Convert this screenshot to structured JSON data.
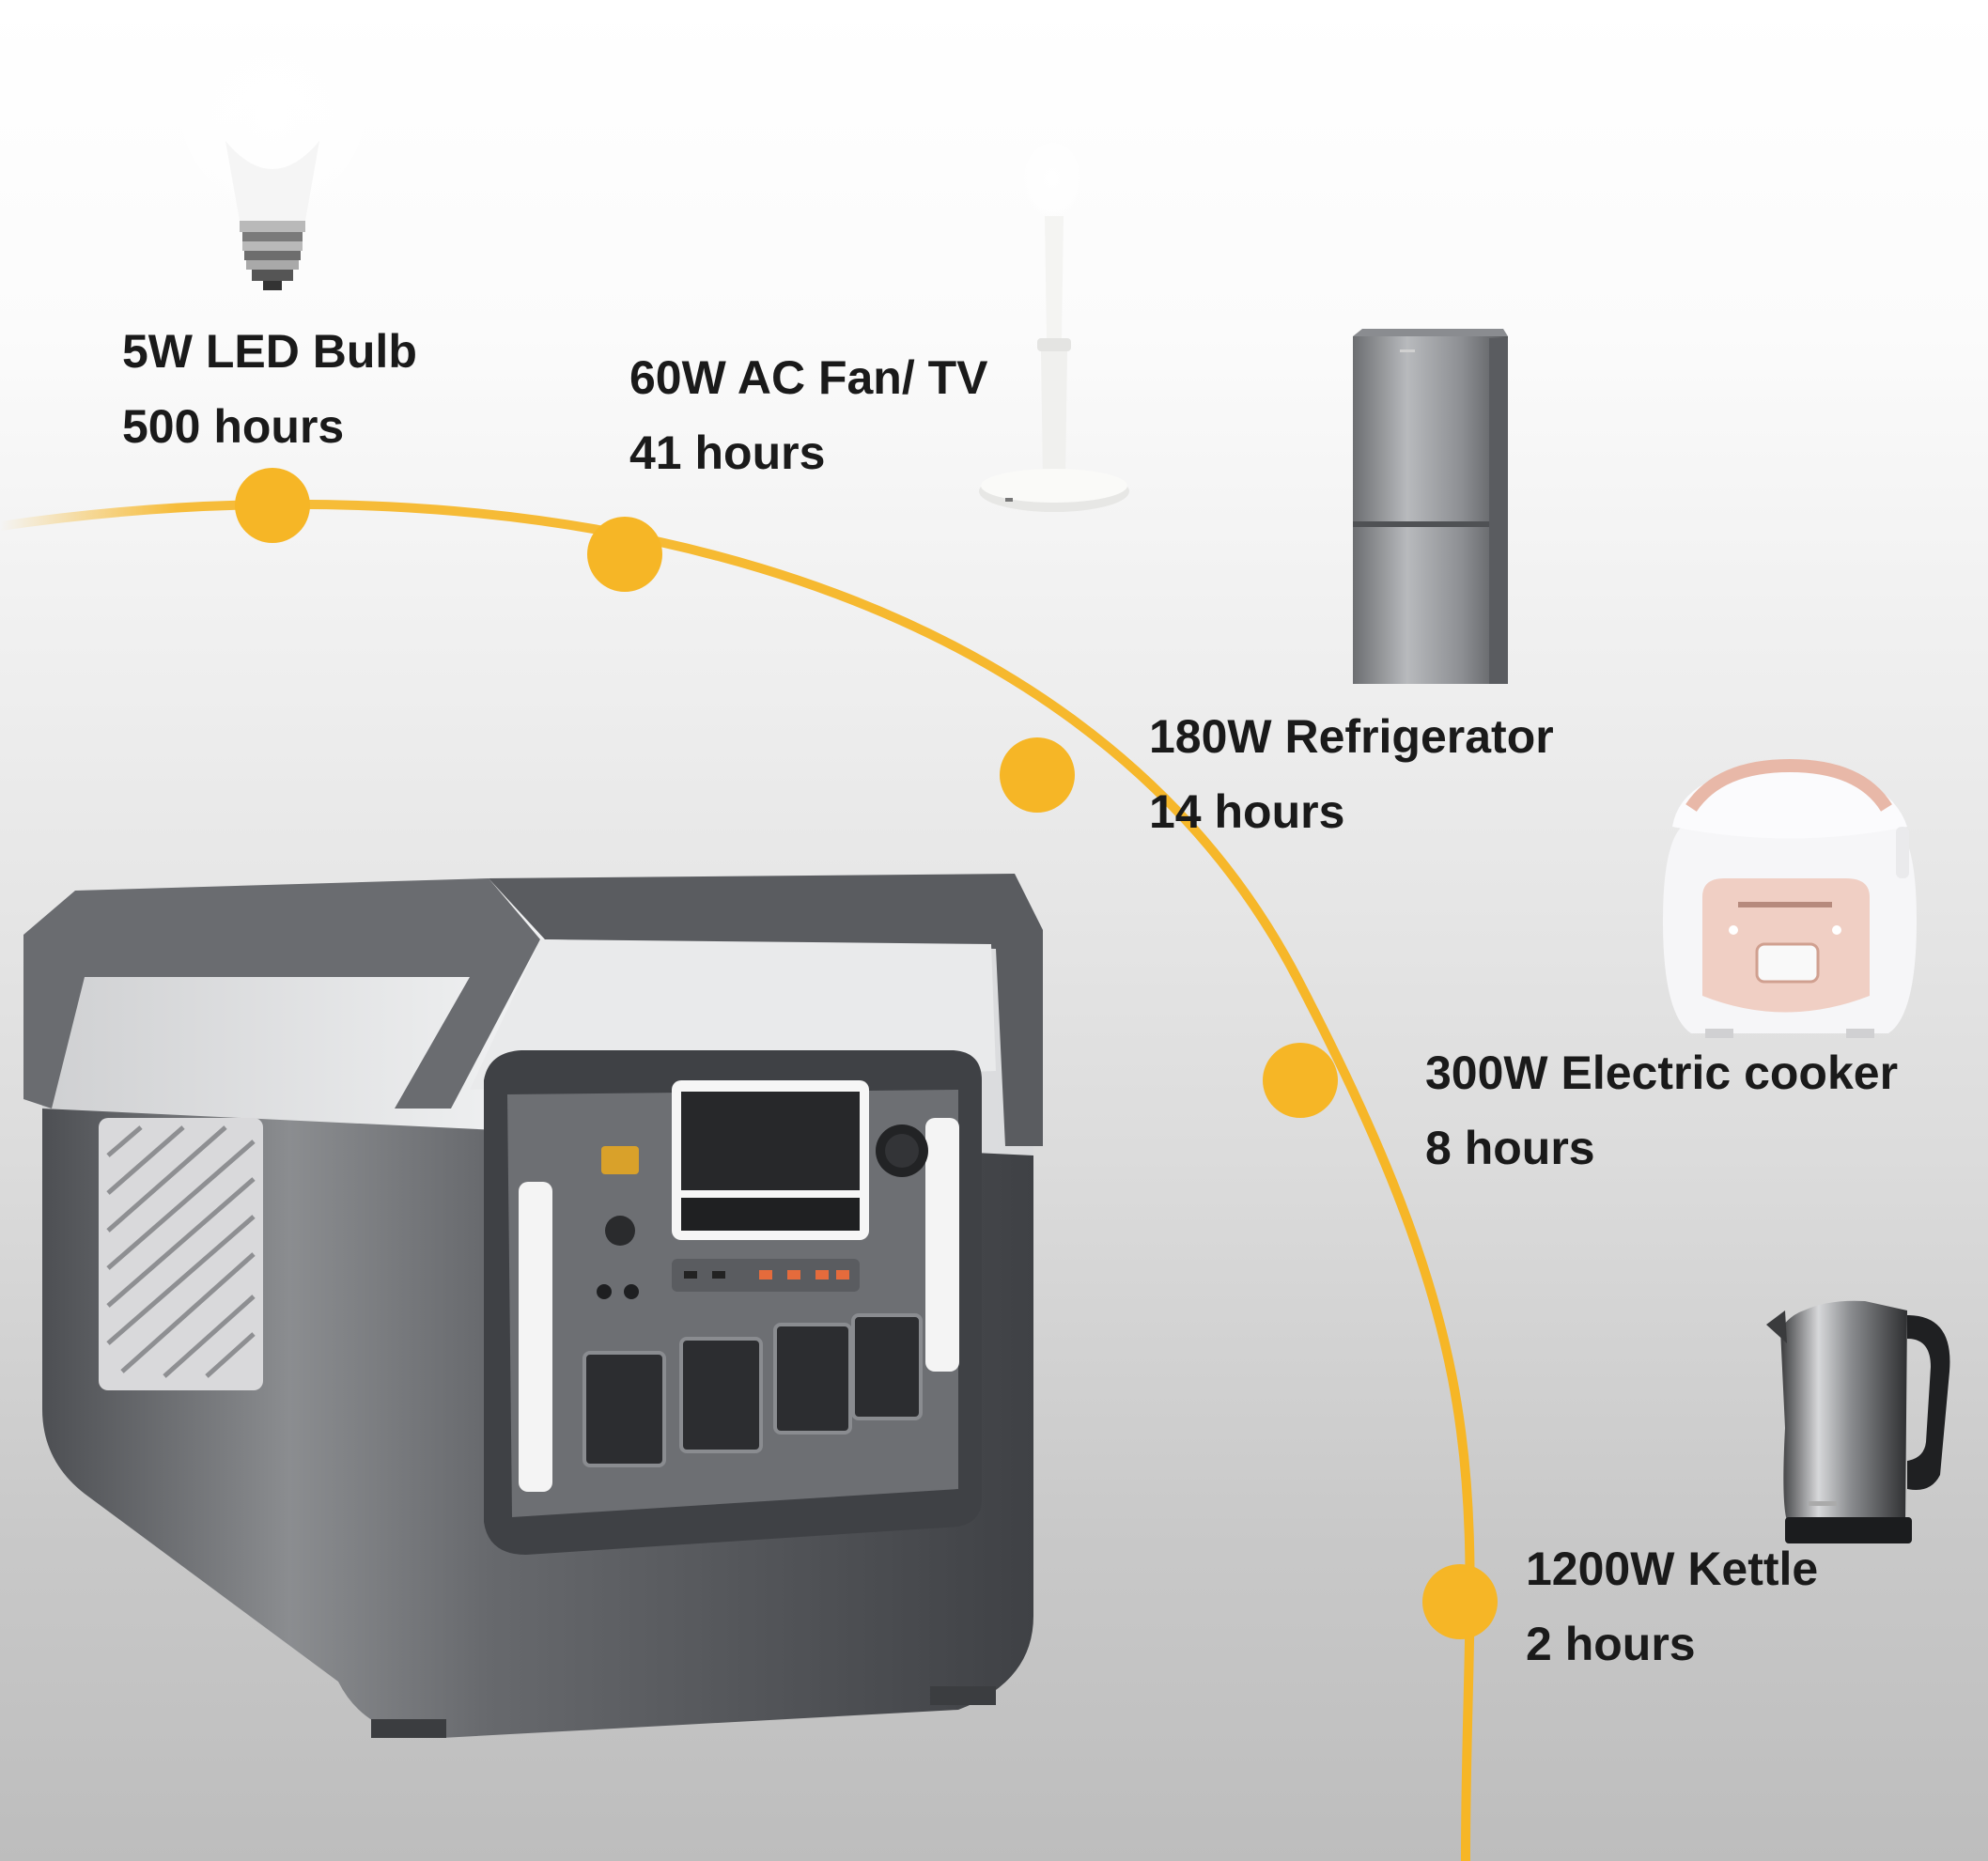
{
  "appliances": [
    {
      "id": "led-bulb",
      "power": "5W LED Bulb",
      "runtime": "500 hours",
      "icon": "light-bulb-icon"
    },
    {
      "id": "fan-tv",
      "power": "60W AC Fan/ TV",
      "runtime": "41 hours",
      "icon": "floor-fan-icon"
    },
    {
      "id": "refrigerator",
      "power": "180W Refrigerator",
      "runtime": "14 hours",
      "icon": "refrigerator-icon"
    },
    {
      "id": "cooker",
      "power": "300W Electric cooker",
      "runtime": "8 hours",
      "icon": "rice-cooker-icon"
    },
    {
      "id": "kettle",
      "power": "1200W Kettle",
      "runtime": "2 hours",
      "icon": "kettle-icon"
    }
  ],
  "colors": {
    "accent": "#F6B626",
    "text": "#1A1A1A",
    "device_body": "#5E6064",
    "device_light": "#E6E7E8"
  }
}
